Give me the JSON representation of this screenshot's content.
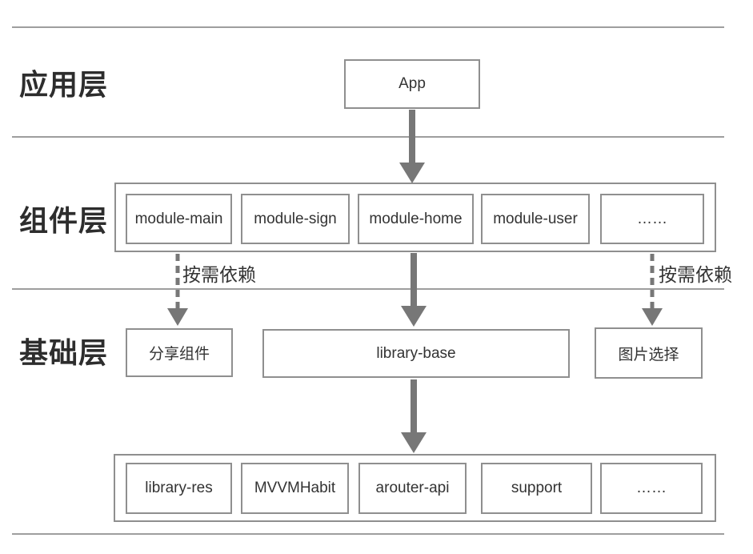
{
  "diagram": {
    "layers": [
      {
        "label": "应用层"
      },
      {
        "label": "组件层"
      },
      {
        "label": "基础层"
      }
    ],
    "app": {
      "label": "App"
    },
    "components": {
      "modules": [
        "module-main",
        "module-sign",
        "module-home",
        "module-user",
        "……"
      ]
    },
    "dependencies": {
      "left_label": "按需依赖",
      "right_label": "按需依赖"
    },
    "base": {
      "left_box": "分享组件",
      "center_box": "library-base",
      "right_box": "图片选择"
    },
    "foundation": {
      "items": [
        "library-res",
        "MVVMHabit",
        "arouter-api",
        "support",
        "……"
      ]
    }
  },
  "colors": {
    "box_border": "#8f8f8f",
    "container_border": "#8f8f8f",
    "divider": "#9e9e9e",
    "arrow": "#777777",
    "text": "#333333",
    "layer_label": "#2d2d2d",
    "background": "#ffffff"
  }
}
